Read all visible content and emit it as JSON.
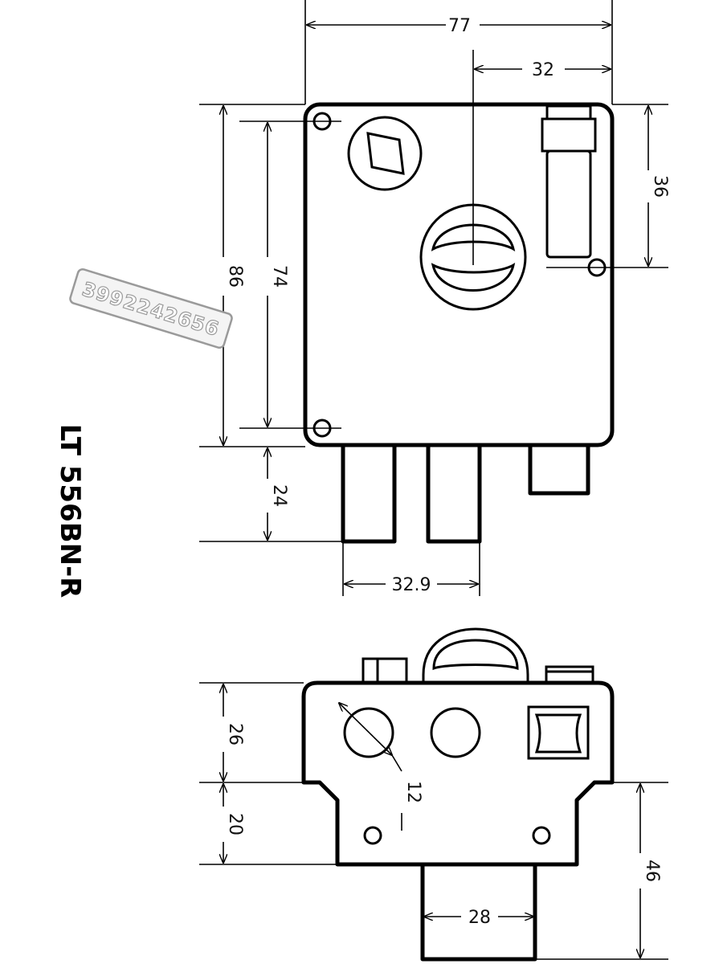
{
  "title": "LT 556BN-R",
  "watermark": "3992242656",
  "dimensions": {
    "width_top": "77",
    "offset_32": "32",
    "height_36": "36",
    "height_86": "86",
    "height_74": "74",
    "pin_24": "24",
    "pin_spacing": "32.9",
    "bottom_26": "26",
    "bottom_20": "20",
    "hole_12": "12",
    "bottom_46": "46",
    "bottom_28": "28"
  }
}
